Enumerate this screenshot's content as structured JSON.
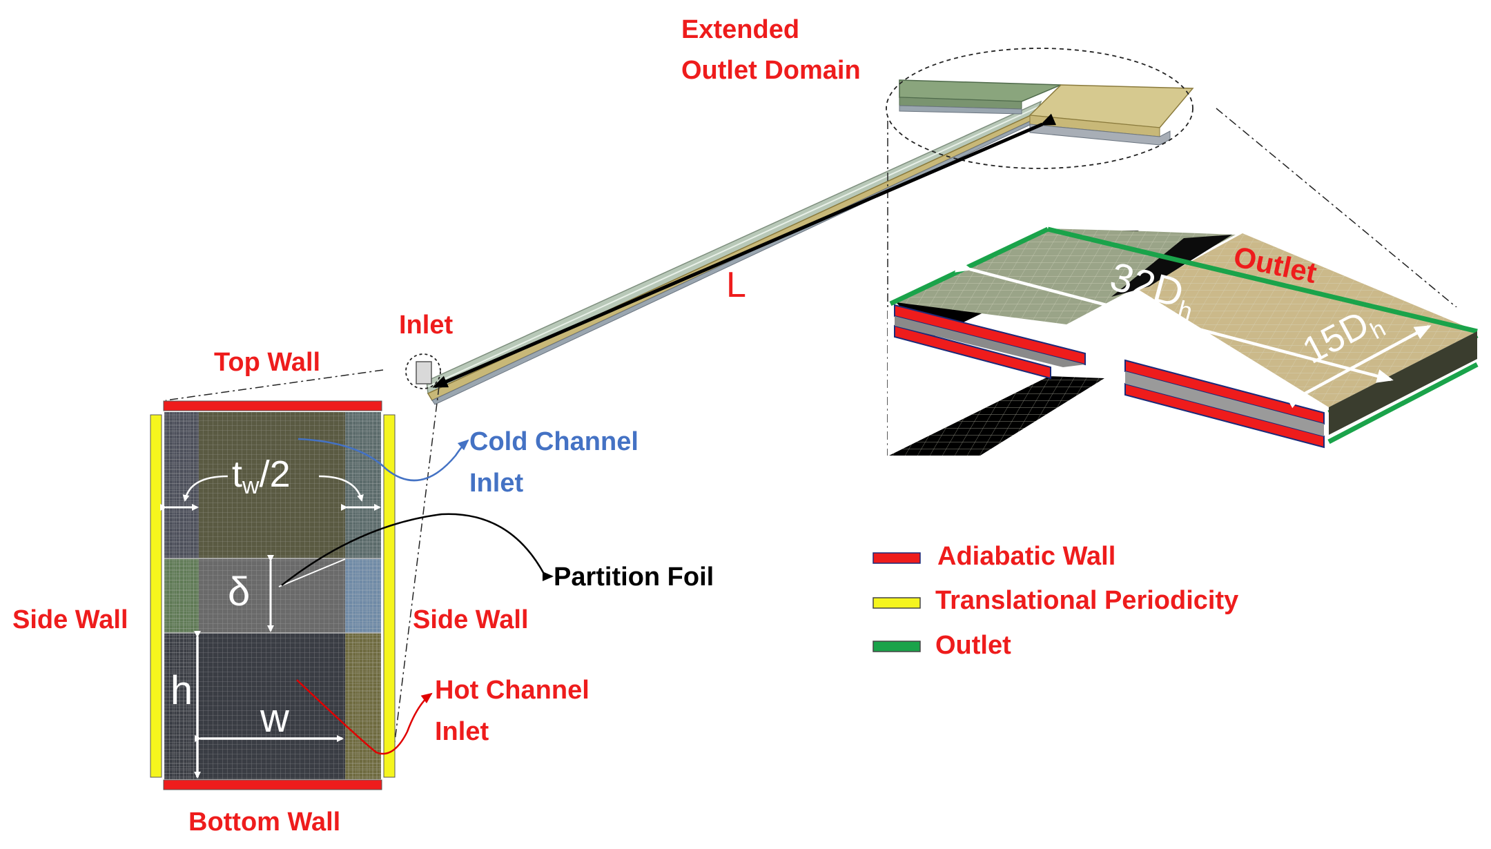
{
  "labels": {
    "extended_outlet_line1": "Extended",
    "extended_outlet_line2": "Outlet Domain",
    "inlet": "Inlet",
    "top_wall": "Top Wall",
    "bottom_wall": "Bottom Wall",
    "side_wall_left": "Side Wall",
    "side_wall_right": "Side Wall",
    "cold_channel_line1": "Cold Channel",
    "cold_channel_line2": "Inlet",
    "partition_foil": "Partition Foil",
    "hot_channel_line1": "Hot Channel",
    "hot_channel_line2": "Inlet",
    "outlet": "Outlet",
    "length": "L"
  },
  "dimensions": {
    "tw_main": "t",
    "tw_sub": "w",
    "tw_tail": "/2",
    "delta": "δ",
    "h": "h",
    "w": "w",
    "d32_main": "32D",
    "d32_sub": "h",
    "d15_main": "15D",
    "d15_sub": "h"
  },
  "legend": [
    {
      "label": "Adiabatic Wall",
      "color": "#ee1c1c"
    },
    {
      "label": "Translational Periodicity",
      "color": "#f5f51e"
    },
    {
      "label": "Outlet",
      "color": "#1aa34a"
    }
  ],
  "colors": {
    "label_red": "#ee1c1c",
    "label_blue": "#4472c4",
    "label_black": "#000000",
    "cold_mesh": "#5a5a42",
    "hot_mesh": "#3a3d44"
  }
}
